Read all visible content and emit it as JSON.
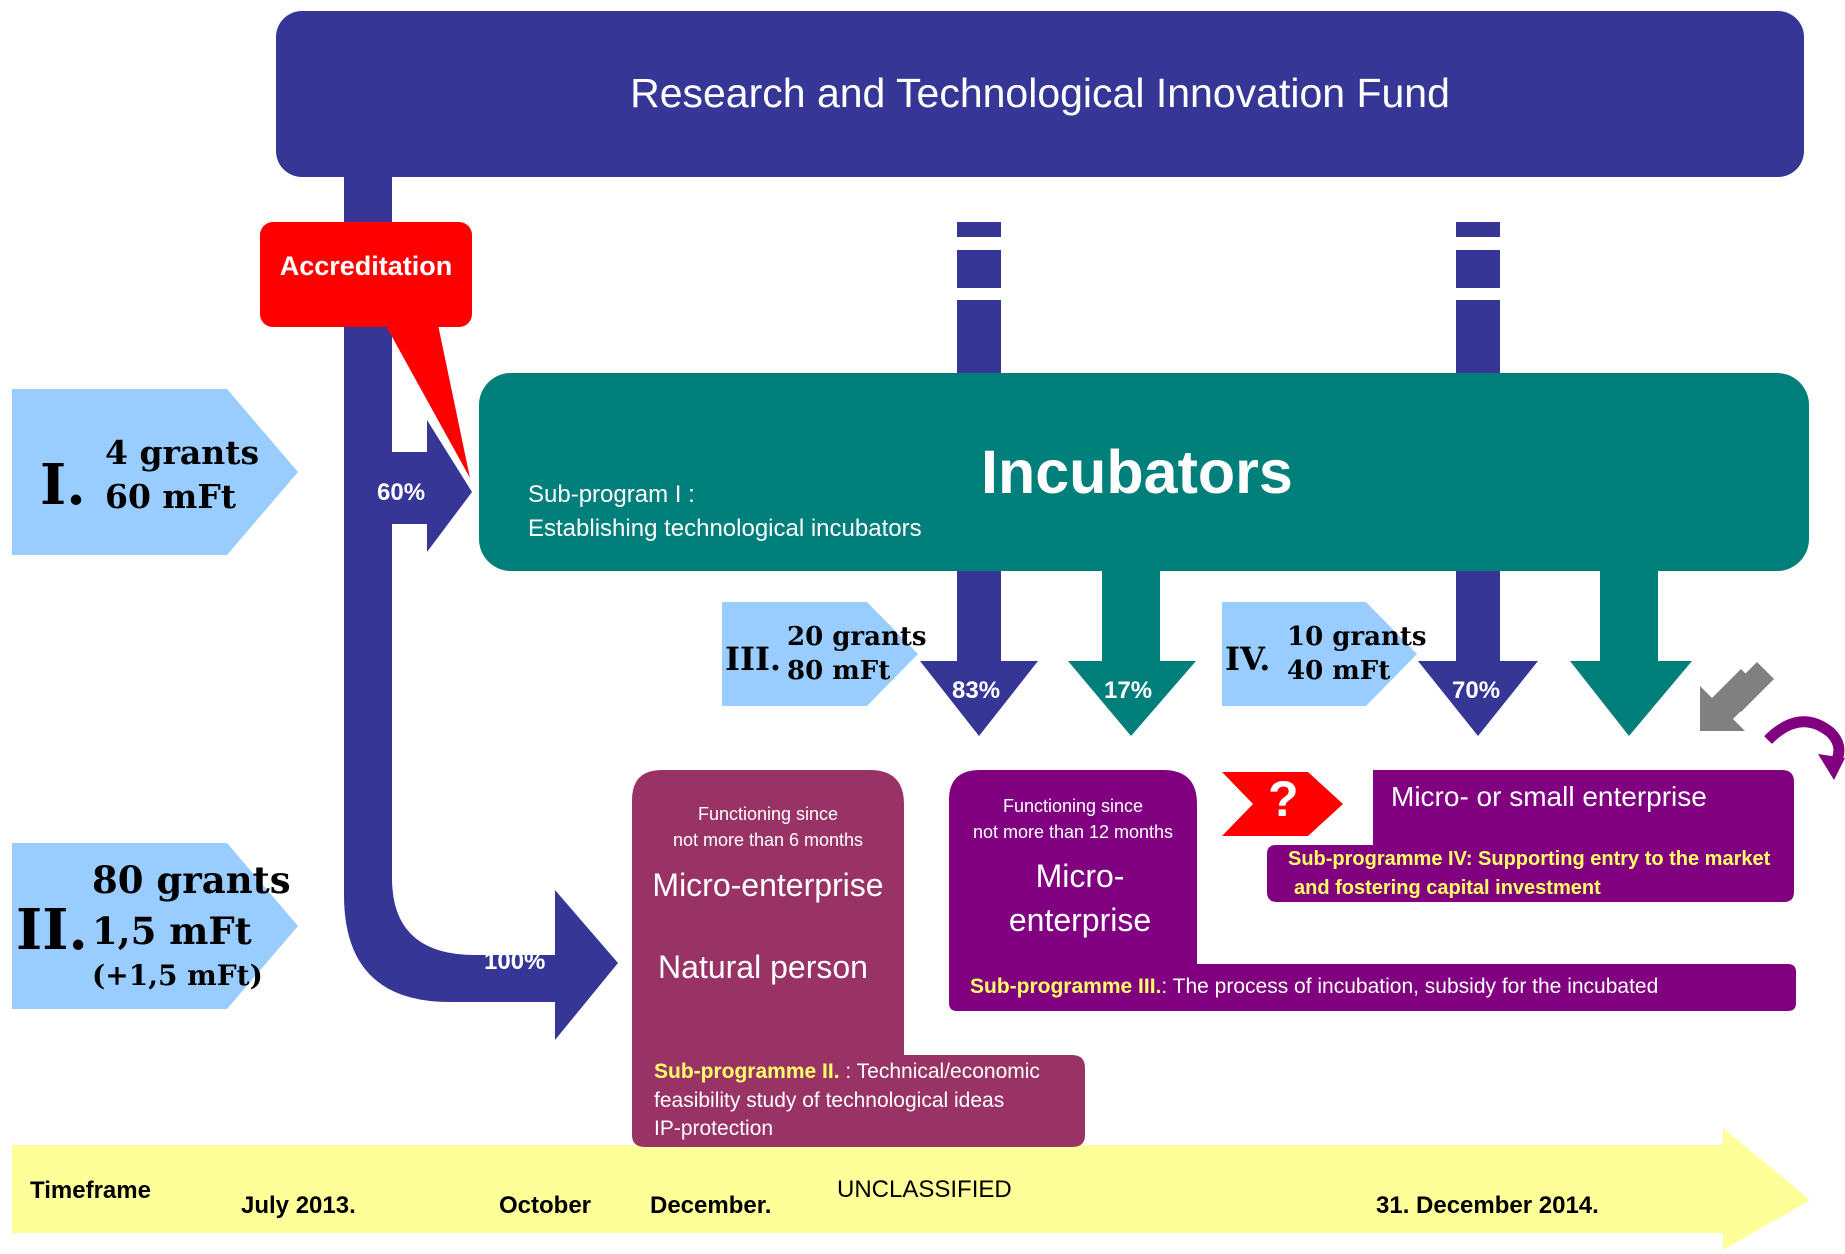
{
  "fund": {
    "title": "Research and Technological Innovation Fund"
  },
  "accreditation": {
    "label": "Accreditation"
  },
  "incubators": {
    "title": "Incubators",
    "sub_line1": "Sub-program I :",
    "sub_line2": "Establishing technological incubators"
  },
  "stages": {
    "I": {
      "numeral": "I.",
      "line1": "4 grants",
      "line2": "60 mFt"
    },
    "II": {
      "numeral": "II.",
      "line1": "80 grants",
      "line2": "1,5 mFt",
      "line3": "(+1,5 mFt)"
    },
    "III": {
      "numeral": "III.",
      "line1": "20 grants",
      "line2": "80 mFt"
    },
    "IV": {
      "numeral": "IV.",
      "line1": "10 grants",
      "line2": "40 mFt"
    }
  },
  "percentages": {
    "p60": "60%",
    "p100": "100%",
    "p83": "83%",
    "p17": "17%",
    "p70": "70%"
  },
  "sub2_box": {
    "since_line1": "Functioning since",
    "since_line2": "not more than 6 months",
    "entity1": "Micro-enterprise",
    "entity2": "Natural person",
    "prog_title": "Sub-programme II.",
    "prog_rest": " : Technical/economic",
    "prog_line2": "feasibility study of technological ideas",
    "prog_line3": "IP-protection"
  },
  "sub3_box": {
    "since_line1": "Functioning since",
    "since_line2": "not more than 12 months",
    "entity_line1": "Micro-",
    "entity_line2": "enterprise",
    "prog_title": "Sub-programme III.",
    "prog_rest": ": The process of incubation, subsidy for the incubated"
  },
  "sub4_box": {
    "question": "?",
    "entity": "Micro- or small enterprise",
    "prog_line1": "Sub-programme IV: Supporting entry to the market",
    "prog_line2": "and fostering capital investment"
  },
  "timeline": {
    "label": "Timeframe",
    "t1": "July 2013.",
    "t2": "October",
    "t3": "December.",
    "classification": "UNCLASSIFIED",
    "t4": "31. December 2014."
  },
  "colors": {
    "navy": "#353696",
    "teal": "#007F7B",
    "plum": "#993366",
    "purple": "#800080",
    "red": "#FF0000",
    "lightblue": "#99CCFF",
    "yellow": "#FFFF99",
    "label_yellow": "#FFFF66",
    "gray": "#808080"
  }
}
